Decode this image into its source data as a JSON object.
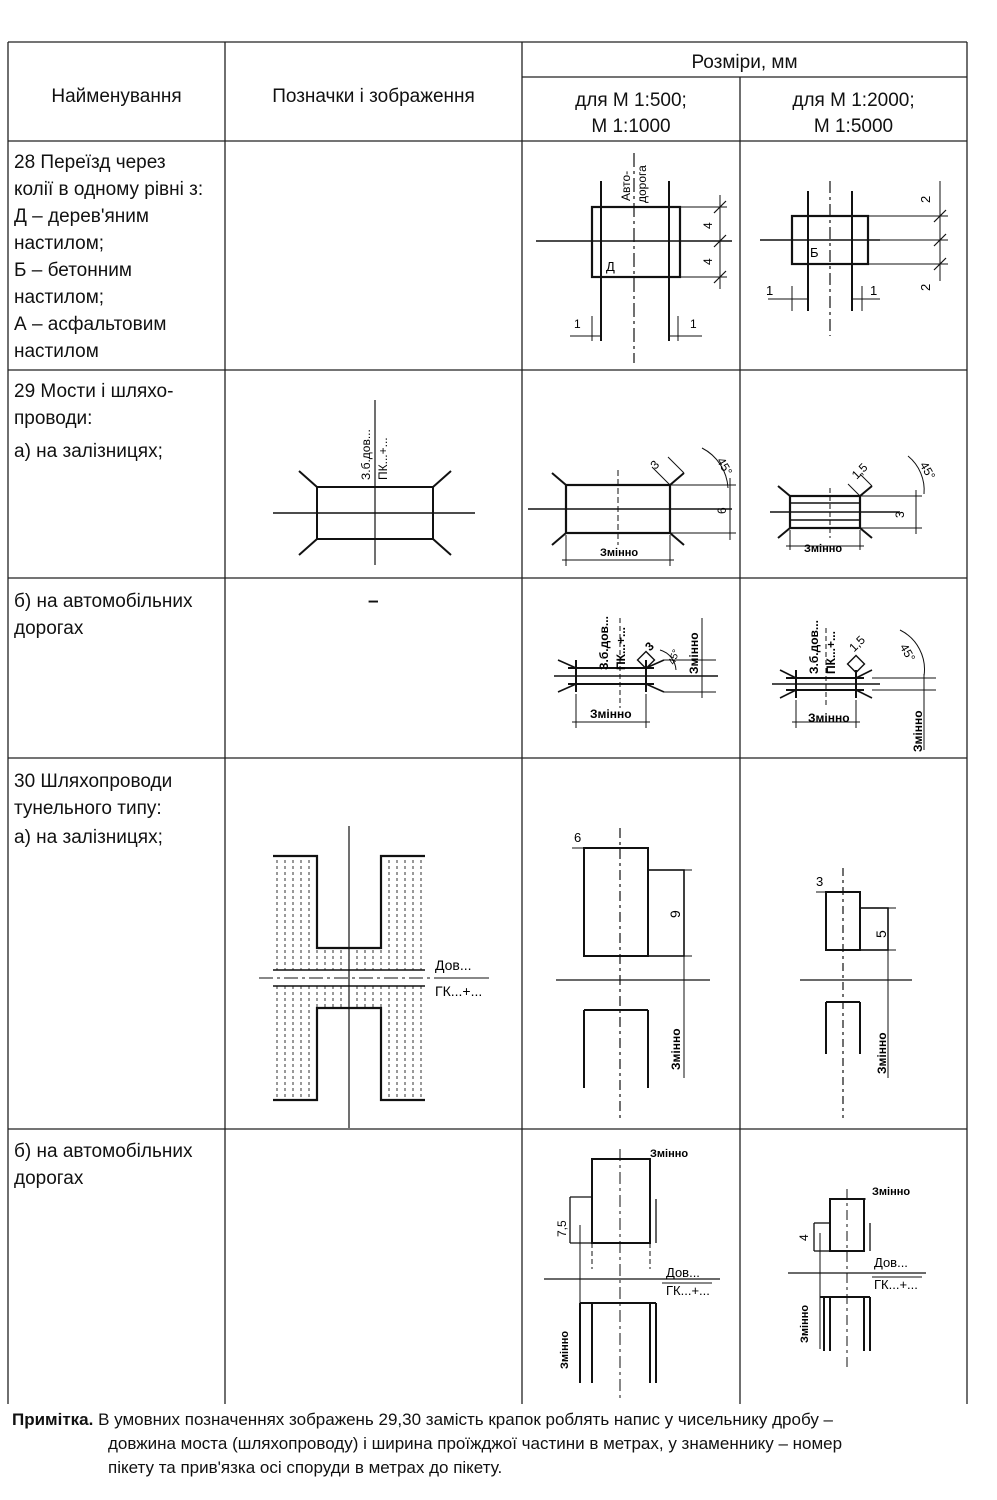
{
  "header": {
    "name": "Найменування",
    "symbols": "Позначки і зображення",
    "sizes": "Розміри, мм",
    "scale1_a": "для М 1:500;",
    "scale1_b": "М 1:1000",
    "scale2_a": "для М 1:2000;",
    "scale2_b": "М 1:5000"
  },
  "rows": [
    {
      "lines": [
        "28 Переїзд через",
        "колії в одному рівні з:",
        "Д – дерев'яним",
        "настилом;",
        "Б – бетонним",
        "настилом;",
        "А – асфальтовим",
        "настилом"
      ]
    },
    {
      "lines": [
        "29 Мости і шляхо-",
        "проводи:",
        "а) на залізницях;"
      ]
    },
    {
      "lines": [
        "б) на автомобільних",
        "дорогах"
      ],
      "symbol": "–"
    },
    {
      "lines": [
        "30 Шляхопроводи",
        "тунельного типу:",
        "а) на залізницях;"
      ]
    },
    {
      "lines": [
        "б) на автомобільних",
        "дорогах"
      ]
    }
  ],
  "labels": {
    "avto": "Авто-",
    "doroga": "дорога",
    "d": "Д",
    "b": "Б",
    "one": "1",
    "two": "2",
    "three": "3",
    "four": "4",
    "five": "5",
    "six": "6",
    "nine": "9",
    "onefive": "1,5",
    "sevenfive": "7,5",
    "deg45": "45°",
    "zminno": "Змінно",
    "zb_dov": "З.б.дов...",
    "pk": "ПК...+...",
    "dov": "Дов...",
    "gk": "ГК...+..."
  },
  "note": {
    "title": "Примітка.",
    "line1": "В умовних позначеннях зображень 29,30 замість крапок роблять напис у чисельнику дробу –",
    "line2": "довжина моста (шляхопроводу) і ширина проїжджої частини в метрах, у знаменнику – номер",
    "line3": "пікету та прив'язка осі споруди в метрах до пікету."
  }
}
